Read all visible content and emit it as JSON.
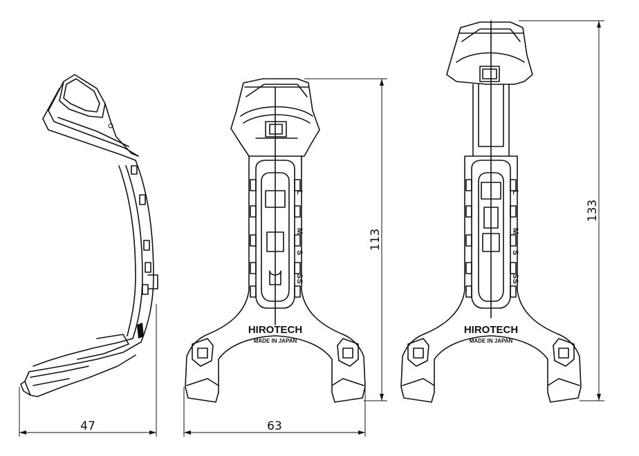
{
  "drawing": {
    "views": [
      "side-view",
      "front-view",
      "front-view-extended"
    ],
    "brand_text": "HIROTECH",
    "origin_text": "MADE IN JAPAN",
    "dimensions": {
      "side_width": "47",
      "front_width": "63",
      "front_height": "113",
      "extended_height": "133"
    },
    "size_marks": [
      "L",
      "M",
      "S",
      "SS"
    ]
  }
}
